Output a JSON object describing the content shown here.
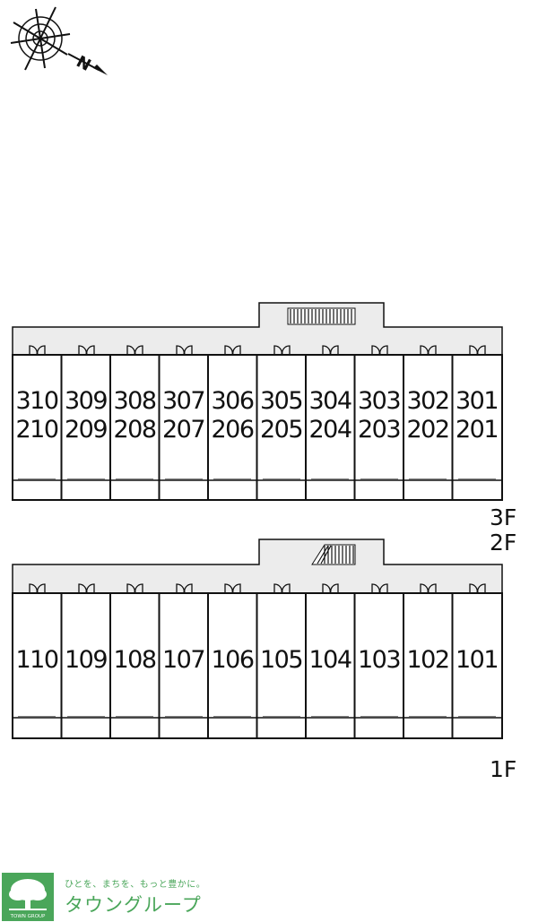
{
  "compass": {
    "label": "N"
  },
  "floors": {
    "upper": {
      "label_top": "3F",
      "label_bottom": "2F",
      "rows": [
        [
          "310",
          "309",
          "308",
          "307",
          "306",
          "305",
          "304",
          "303",
          "302",
          "301"
        ],
        [
          "210",
          "209",
          "208",
          "207",
          "206",
          "205",
          "204",
          "203",
          "202",
          "201"
        ]
      ]
    },
    "ground": {
      "label": "1F",
      "rows": [
        [
          "110",
          "109",
          "108",
          "107",
          "106",
          "105",
          "104",
          "103",
          "102",
          "101"
        ]
      ]
    }
  },
  "logo": {
    "tagline": "ひとを、まちを、もっと豊かに。",
    "name": "タウングループ",
    "mark_text": "TOWN GROUP"
  },
  "colors": {
    "corridor": "#ececec",
    "line": "#111111",
    "brand": "#4aa65a"
  }
}
